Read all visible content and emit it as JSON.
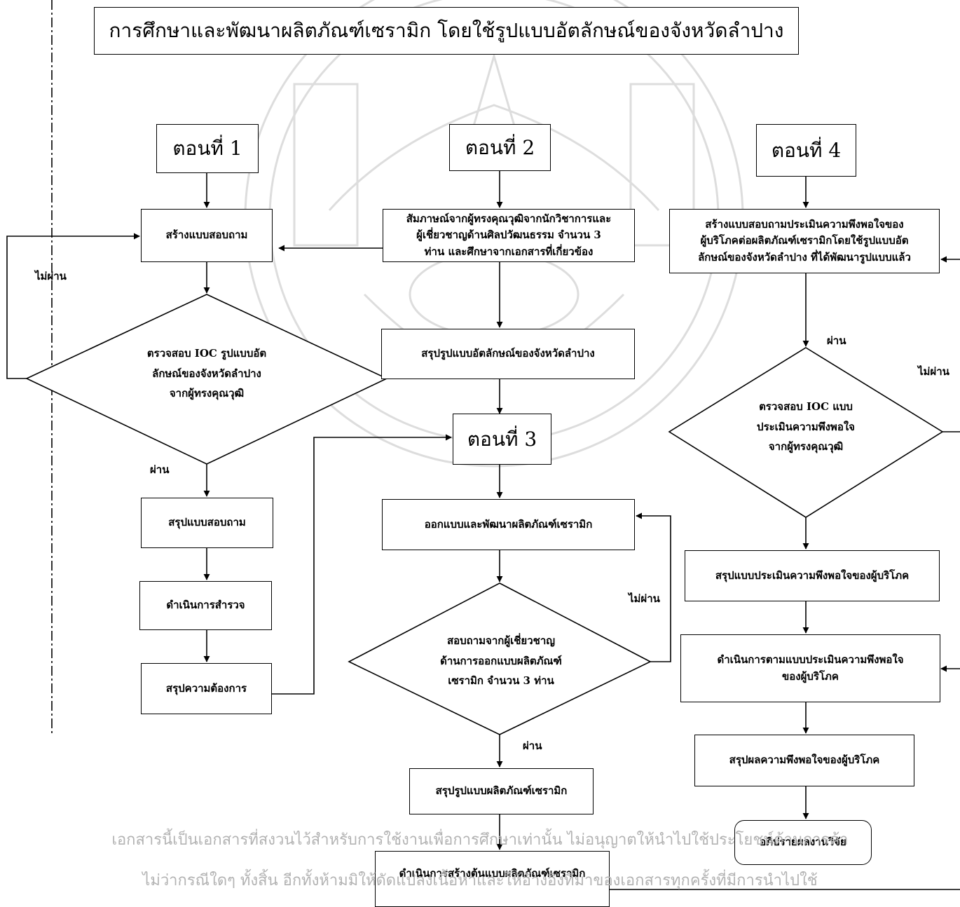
{
  "title": "การศึกษาและพัฒนาผลิตภัณฑ์เซรามิก โดยใช้รูปแบบอัตลักษณ์ของจังหวัดลำปาง",
  "steps": {
    "s1": "ตอนที่ 1",
    "s2": "ตอนที่ 2",
    "s3": "ตอนที่ 3",
    "s4": "ตอนที่ 4"
  },
  "col1": {
    "create_questionnaire": "สร้างแบบสอบถาม",
    "ioc_line1": "ตรวจสอบ IOC รูปแบบอัต",
    "ioc_line2": "ลักษณ์ของจังหวัดลำปาง",
    "ioc_line3": "จากผู้ทรงคุณวุฒิ",
    "summary_questionnaire": "สรุปแบบสอบถาม",
    "survey": "ดำเนินการสำรวจ",
    "summary_needs": "สรุปความต้องการ"
  },
  "col2": {
    "interview_line1": "สัมภาษณ์จากผู้ทรงคุณวุฒิจากนักวิชาการและ",
    "interview_line2": "ผู้เชี่ยวชาญด้านศิลปวัฒนธรรม จำนวน 3",
    "interview_line3": "ท่าน และศึกษาจากเอกสารที่เกี่ยวข้อง",
    "summary_identity": "สรุปรูปแบบอัตลักษณ์ของจังหวัดลำปาง"
  },
  "col3": {
    "design": "ออกแบบและพัฒนาผลิตภัณฑ์เซรามิก",
    "expert_line1": "สอบถามจากผู้เชี่ยวชาญ",
    "expert_line2": "ด้านการออกแบบผลิตภัณฑ์",
    "expert_line3": "เซรามิก  จำนวน 3 ท่าน",
    "summary_design": "สรุปรูปแบบผลิตภัณฑ์เซรามิก",
    "prototype": "ดำเนินการสร้างต้นแบบผลิตภัณฑ์เซรามิก"
  },
  "col4": {
    "create_line1": "สร้างแบบสอบถามประเมินความพึงพอใจของ",
    "create_line2": "ผู้บริโภคต่อผลิตภัณฑ์เซรามิกโดยใช้รูปแบบอัต",
    "create_line3": "ลักษณ์ของจังหวัดลำปาง ที่ได้พัฒนารูปแบบแล้ว",
    "ioc_line1": "ตรวจสอบ IOC แบบ",
    "ioc_line2": "ประเมินความพึงพอใจ",
    "ioc_line3": "จากผู้ทรงคุณวุฒิ",
    "summary_eval": "สรุปแบบประเมินความพึงพอใจของผู้บริโภค",
    "run_line1": "ดำเนินการตามแบบประเมินความพึงพอใจ",
    "run_line2": "ของผู้บริโภค",
    "result": "สรุปผลความพึงพอใจของผู้บริโภค",
    "discussion": "อภิปรายผลงานวิจัย"
  },
  "labels": {
    "pass": "ผ่าน",
    "fail": "ไม่ผ่าน"
  },
  "notice": {
    "line1": "เอกสารนี้เป็นเอกสารที่สงวนไว้สำหรับการใช้งานเพื่อการศึกษาเท่านั้น ไม่อนุญาตให้นำไปใช้ประโยชน์ด้านการค้า",
    "line2": "ไม่ว่ากรณีใดๆ ทั้งสิ้น อีกทั้งห้ามมิให้ดัดแปลงเนื้อหาและให้อ้างอิงที่มาของเอกสารทุกครั้งที่มีการนำไปใช้"
  },
  "colors": {
    "line": "#000000",
    "watermark": "#d9d9d9",
    "notice_text": "#b3b3b3"
  }
}
